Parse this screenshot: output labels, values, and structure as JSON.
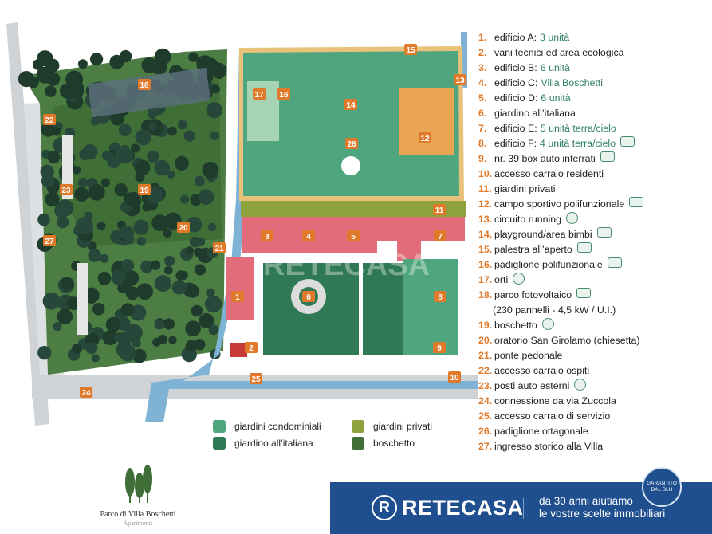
{
  "watermark": "RETECASA",
  "legend_items": [
    {
      "num": "1.",
      "text": "edificio A:",
      "highlight": "3 unità",
      "icon": ""
    },
    {
      "num": "2.",
      "text": "vani tecnici ed area ecologica",
      "highlight": "",
      "icon": ""
    },
    {
      "num": "3.",
      "text": "edificio B:",
      "highlight": "6 unità",
      "icon": ""
    },
    {
      "num": "4.",
      "text": "edificio C:",
      "highlight": "Villa Boschetti",
      "icon": ""
    },
    {
      "num": "5.",
      "text": "edificio D:",
      "highlight": "6 unità",
      "icon": ""
    },
    {
      "num": "6.",
      "text": "giardino all’italiana",
      "highlight": "",
      "icon": ""
    },
    {
      "num": "7.",
      "text": "edificio E:",
      "highlight": "5 unità terra/cielo",
      "icon": ""
    },
    {
      "num": "8.",
      "text": "edificio F:",
      "highlight": "4 unità terra/cielo",
      "icon": "car-icon"
    },
    {
      "num": "9.",
      "text": "nr. 39 box auto interrati",
      "highlight": "",
      "icon": "garage-icon"
    },
    {
      "num": "10.",
      "text": "accesso carraio residenti",
      "highlight": "",
      "icon": ""
    },
    {
      "num": "11.",
      "text": "giardini privati",
      "highlight": "",
      "icon": ""
    },
    {
      "num": "12.",
      "text": "campo sportivo polifunzionale",
      "highlight": "",
      "icon": "sports-field-icon"
    },
    {
      "num": "13.",
      "text": "circuito running",
      "highlight": "",
      "icon": "running-icon"
    },
    {
      "num": "14.",
      "text": "playground/area bimbi",
      "highlight": "",
      "icon": "swing-icon"
    },
    {
      "num": "15.",
      "text": "palestra all’aperto",
      "highlight": "",
      "icon": "gym-icon"
    },
    {
      "num": "16.",
      "text": "padiglione polifunzionale",
      "highlight": "",
      "icon": "pavilion-icon"
    },
    {
      "num": "17.",
      "text": "orti",
      "highlight": "",
      "icon": "garden-icon"
    },
    {
      "num": "18.",
      "text": "parco fotovoltaico",
      "highlight": "",
      "icon": "solar-panel-icon"
    },
    {
      "num": "",
      "text": "(230 pannelli - 4,5 kW / U.I.)",
      "highlight": "",
      "icon": ""
    },
    {
      "num": "19.",
      "text": "boschetto",
      "highlight": "",
      "icon": "tree-icon"
    },
    {
      "num": "20.",
      "text": "oratorio San Girolamo (chiesetta)",
      "highlight": "",
      "icon": ""
    },
    {
      "num": "21.",
      "text": "ponte pedonale",
      "highlight": "",
      "icon": ""
    },
    {
      "num": "22.",
      "text": "accesso carraio ospiti",
      "highlight": "",
      "icon": ""
    },
    {
      "num": "23.",
      "text": "posti auto esterni",
      "highlight": "",
      "icon": "parking-icon"
    },
    {
      "num": "24.",
      "text": "connessione da via Zuccola",
      "highlight": "",
      "icon": ""
    },
    {
      "num": "25.",
      "text": "accesso carraio di servizio",
      "highlight": "",
      "icon": ""
    },
    {
      "num": "26.",
      "text": "padiglione ottagonale",
      "highlight": "",
      "icon": ""
    },
    {
      "num": "27.",
      "text": "ingresso storico alla Villa",
      "highlight": "",
      "icon": ""
    }
  ],
  "area_legend": [
    {
      "label": "giardini condominiali",
      "color": "#4fa67e"
    },
    {
      "label": "giardino all’italiana",
      "color": "#2f7a55"
    },
    {
      "label": "giardini privati",
      "color": "#8ea23d"
    },
    {
      "label": "boschetto",
      "color": "#3f6e37"
    }
  ],
  "map_markers": [
    {
      "label": "1"
    },
    {
      "label": "2"
    },
    {
      "label": "3"
    },
    {
      "label": "4"
    },
    {
      "label": "5"
    },
    {
      "label": "6"
    },
    {
      "label": "7"
    },
    {
      "label": "8"
    },
    {
      "label": "9"
    },
    {
      "label": "10"
    },
    {
      "label": "11"
    },
    {
      "label": "12"
    },
    {
      "label": "13"
    },
    {
      "label": "14"
    },
    {
      "label": "15"
    },
    {
      "label": "16"
    },
    {
      "label": "17"
    },
    {
      "label": "18"
    },
    {
      "label": "19"
    },
    {
      "label": "20"
    },
    {
      "label": "21"
    },
    {
      "label": "22"
    },
    {
      "label": "23"
    },
    {
      "label": "24"
    },
    {
      "label": "25"
    },
    {
      "label": "26"
    },
    {
      "label": "27"
    }
  ],
  "logo": {
    "title": "Parco di Villa Boschetti",
    "subtitle": "Apartments"
  },
  "banner": {
    "brand": "RETECASA",
    "brand_mark": "R",
    "tagline_1": "da 30 anni aiutiamo",
    "tagline_2": "le vostre scelte immobiliari"
  },
  "badge": {
    "line1": "GARANTITO",
    "line2": "DAL BLU"
  },
  "colors": {
    "marker": "#e07a2a",
    "water": "#7fb3d5",
    "woods": "#3f6e37",
    "condo": "#4fa67e",
    "italian": "#2f7a55",
    "private": "#8ea23d",
    "building": "#e36c7b",
    "blue": "#1f4f8f"
  }
}
